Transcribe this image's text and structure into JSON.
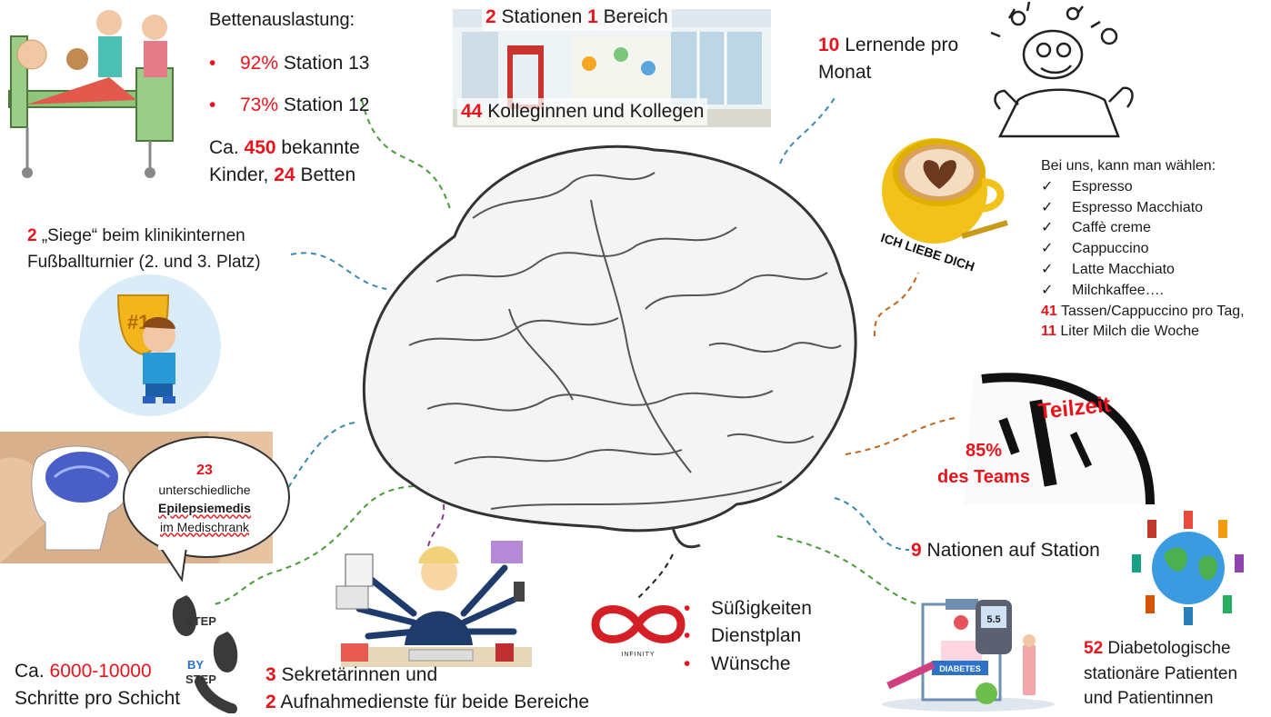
{
  "beds": {
    "heading": "Bettenauslastung:",
    "rows": [
      {
        "value": "92%",
        "label": "Station 13"
      },
      {
        "value": "73%",
        "label": "Station 12"
      }
    ],
    "line1_pre": "Ca.",
    "line1_value": "450",
    "line1_post": "bekannte",
    "line2_pre": "Kinder,",
    "line2_value": "24",
    "line2_post": "Betten"
  },
  "stations": {
    "n1": "2",
    "t1": "Stationen",
    "n2": "1",
    "t2": "Bereich",
    "n3": "44",
    "t3": "Kolleginnen und Kollegen"
  },
  "learners": {
    "value": "10",
    "line1": "Lernende pro",
    "line2": "Monat"
  },
  "coffee": {
    "heading": "Bei uns, kann man wählen:",
    "items": [
      "Espresso",
      "Espresso Macchiato",
      "Caffè creme",
      "Cappuccino",
      "Latte Macchiato",
      "Milchkaffee…."
    ],
    "check": "✓",
    "cups_value": "41",
    "cups_text": "Tassen/Cappuccino pro Tag,",
    "milk_value": "11",
    "milk_text": "Liter Milch die Woche",
    "mug_text": "ICH LIEBE DICH"
  },
  "football": {
    "value": "2",
    "line1": "„Siege“ beim klinikinternen",
    "line2": "Fußballturnier (2. und 3. Platz)",
    "trophy_text": "#1"
  },
  "teilzeit": {
    "label": "Teilzeit",
    "value": "85%",
    "text": "des Teams"
  },
  "epilepsy": {
    "value": "23",
    "line1": "unterschiedliche",
    "line2": "Epilepsiemedis",
    "line3": "im Medischrank"
  },
  "nations": {
    "value": "9",
    "text": "Nationen auf Station"
  },
  "steps": {
    "pre": "Ca.",
    "value": "6000-10000",
    "line2": "Schritte pro Schicht",
    "logo_step": "STEP",
    "logo_by": "BY",
    "logo_step2": "STEP"
  },
  "secretaries": {
    "n1": "3",
    "t1": "Sekretärinnen und",
    "n2": "2",
    "t2": "Aufnahmedienste für beide Bereiche"
  },
  "infinity": {
    "caption": "INFINITY",
    "items": [
      "Süßigkeiten",
      "Dienstplan",
      "Wünsche"
    ],
    "bullet": "•"
  },
  "diabetes": {
    "value": "52",
    "line1": "Diabetologische",
    "line2": "stationäre Patienten",
    "line3": "und Patientinnen",
    "device_value": "5.5",
    "label": "DIABETES"
  },
  "colors": {
    "accent_red": "#e8141c",
    "text": "#1a1a1a",
    "green_dash": "#4a9a3a",
    "blue_dash": "#3a8ab0",
    "orange_dash": "#c0651e",
    "purple_dash": "#8a3a8a"
  }
}
